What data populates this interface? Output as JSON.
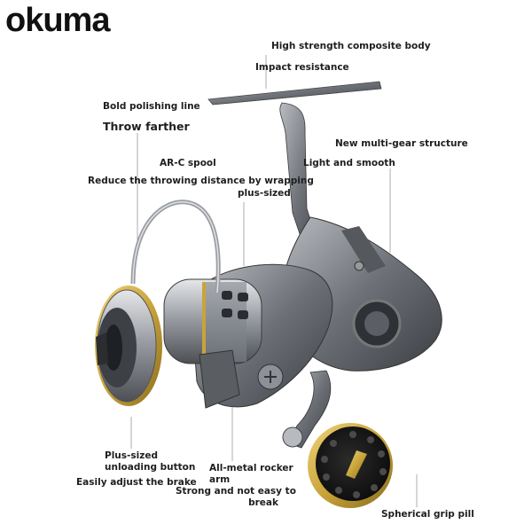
{
  "brand": {
    "logo": "okuma"
  },
  "callouts": {
    "body_title": "High strength composite body",
    "body_sub": "Impact resistance",
    "line_title": "Bold polishing line",
    "line_sub": "Throw farther",
    "spool_title": "AR-C spool",
    "spool_sub_1": "Reduce the throwing distance by wrapping",
    "spool_sub_2": "plus-sized",
    "gear_title": "New multi-gear structure",
    "gear_sub": "Light and smooth",
    "button_title_1": "Plus-sized",
    "button_title_2": "unloading button",
    "button_sub": "Easily adjust the brake",
    "arm_title_1": "All-metal rocker",
    "arm_title_2": "arm",
    "arm_sub_1": "Strong and not easy to",
    "arm_sub_2": "break",
    "grip_title": "Spherical grip pill"
  },
  "colors": {
    "metal_dark": "#4a4d52",
    "metal_mid": "#8c9096",
    "metal_light": "#d6d8db",
    "gold": "#c9a43a"
  }
}
